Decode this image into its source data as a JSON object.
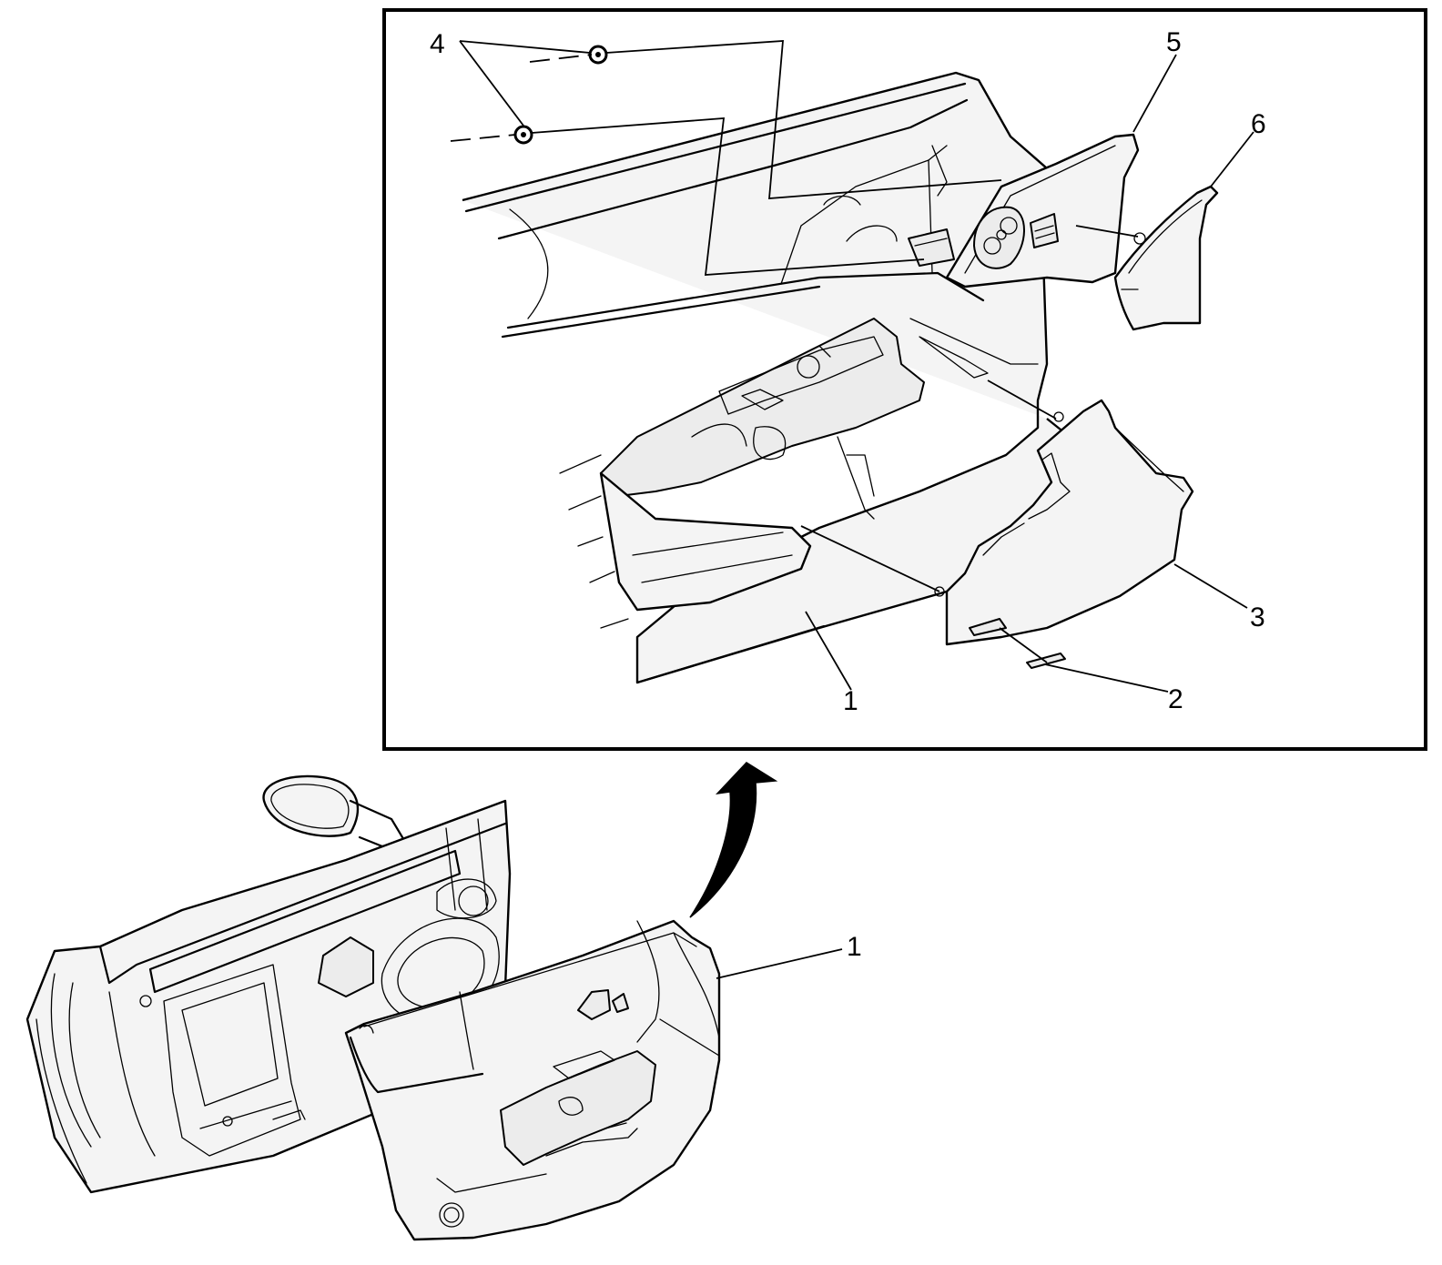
{
  "callouts": {
    "c1_detail": "1",
    "c2": "2",
    "c3": "3",
    "c4": "4",
    "c5": "5",
    "c6": "6",
    "c1_overview": "1"
  },
  "colors": {
    "line": "#000000",
    "panel_fill": "#f4f4f4",
    "background": "#ffffff"
  }
}
